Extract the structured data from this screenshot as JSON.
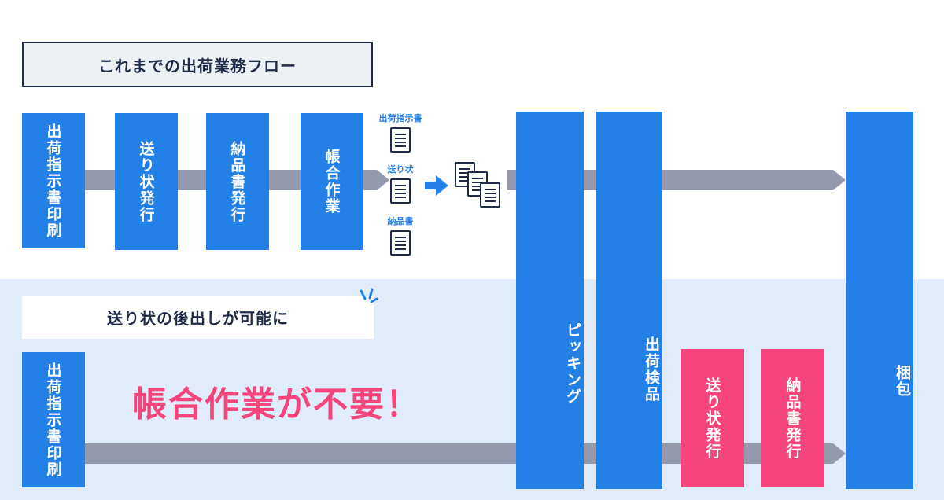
{
  "title": "これまでの出荷業務フロー",
  "subtitle": "送り状の後出しが可能に",
  "callout": "帳合作業が不要！",
  "old_flow": {
    "steps": [
      "出荷指示書印刷",
      "送り状発行",
      "納品書発行",
      "帳合作業"
    ],
    "documents": [
      "出荷指示書",
      "送り状",
      "納品書"
    ]
  },
  "shared_steps": {
    "picking": "ピッキング",
    "inspection": "出荷検品",
    "packing": "梱包"
  },
  "new_flow": {
    "first_step": "出荷指示書印刷",
    "late_steps": [
      "送り状発行",
      "納品書発行"
    ]
  },
  "colors": {
    "blue": "#2380e6",
    "pink": "#f6457c",
    "navy": "#1f2b48",
    "arrow": "#9499ad",
    "lower_background": "#e1ecfa"
  }
}
